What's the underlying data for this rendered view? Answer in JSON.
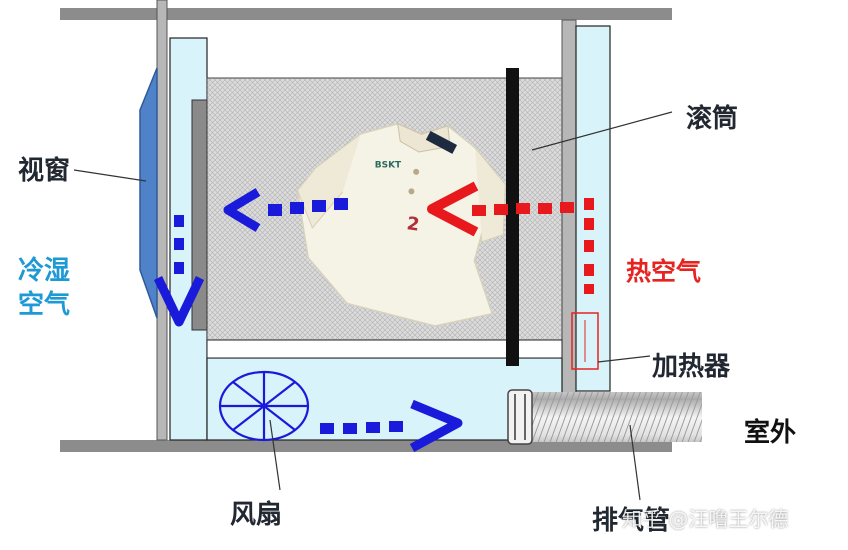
{
  "labels": {
    "window": "视窗",
    "drum": "滚筒",
    "cold_humid_air": [
      "冷湿",
      "空气"
    ],
    "hot_air": "热空气",
    "heater": "加热器",
    "outdoor": "室外",
    "fan": "风扇",
    "exhaust_pipe": "排气管"
  },
  "shirt": {
    "logo": "BSKT",
    "number": "2"
  },
  "watermark": "知乎 @汪噜王尔德",
  "colors": {
    "label_text": "#222831",
    "cold_air": "#1d9ad6",
    "hot_air": "#e52421",
    "cold_arrow": "#1a1adb",
    "hot_arrow": "#e8191c",
    "duct_fill": "#d9f3fa",
    "frame_gray": "#8c8c8c",
    "window_blue": "#4f82c8",
    "pipe": "#d8d8d8"
  }
}
